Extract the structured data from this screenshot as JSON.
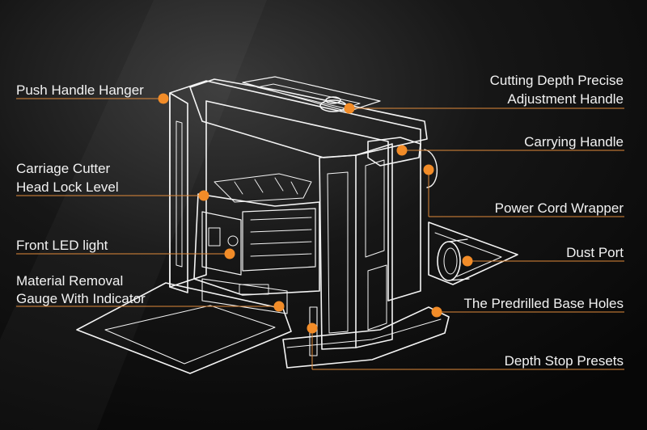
{
  "callouts": [
    {
      "id": "push-handle-hanger",
      "text": "Push Handle Hanger"
    },
    {
      "id": "carriage-lock-1",
      "text": "Carriage Cutter"
    },
    {
      "id": "carriage-lock-2",
      "text": "Head Lock Level"
    },
    {
      "id": "front-led",
      "text": "Front LED light"
    },
    {
      "id": "gauge-1",
      "text": "Material Removal"
    },
    {
      "id": "gauge-2",
      "text": "Gauge With Indicator"
    },
    {
      "id": "depth-adjust-1",
      "text": "Cutting Depth Precise"
    },
    {
      "id": "depth-adjust-2",
      "text": "Adjustment Handle"
    },
    {
      "id": "carrying-handle",
      "text": "Carrying Handle"
    },
    {
      "id": "cord-wrapper",
      "text": "Power Cord Wrapper"
    },
    {
      "id": "dust-port",
      "text": "Dust Port"
    },
    {
      "id": "base-holes",
      "text": "The Predrilled Base Holes"
    },
    {
      "id": "depth-stop",
      "text": "Depth Stop Presets"
    }
  ],
  "colors": {
    "accent": "#f28c28",
    "line": "#ffffff",
    "background": "#0b0b0b",
    "text": "#f2f2f2"
  }
}
